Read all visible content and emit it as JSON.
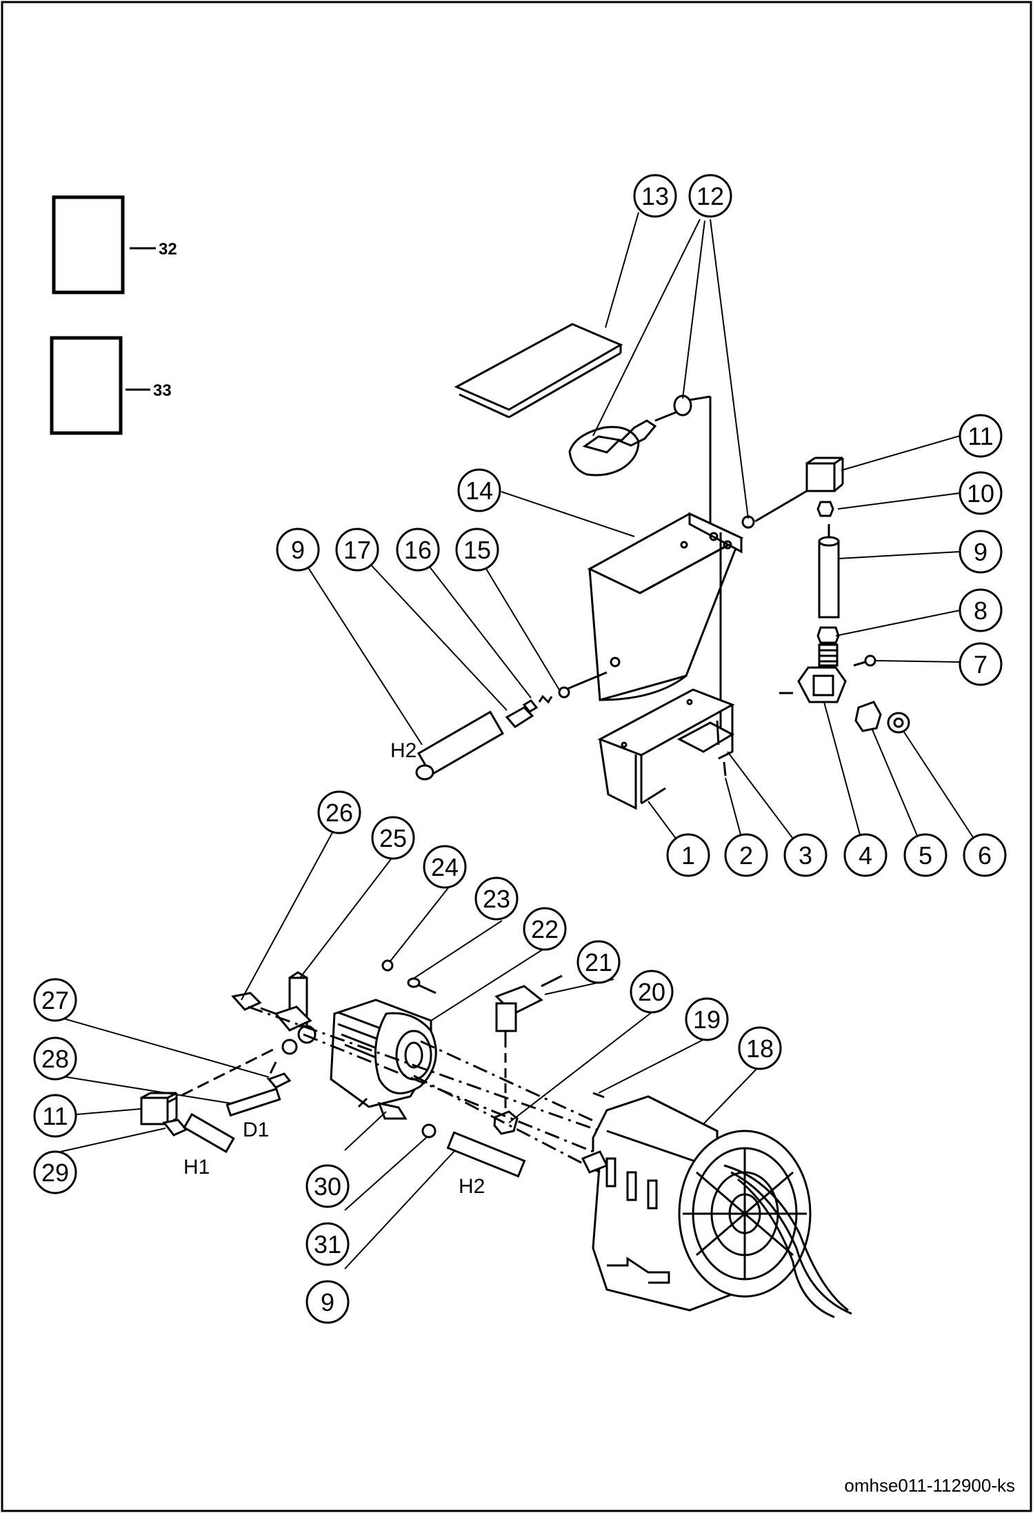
{
  "callouts": [
    {
      "label": "13"
    },
    {
      "label": "12"
    },
    {
      "label": "11"
    },
    {
      "label": "10"
    },
    {
      "label": "9"
    },
    {
      "label": "8"
    },
    {
      "label": "7"
    },
    {
      "label": "14"
    },
    {
      "label": "9"
    },
    {
      "label": "17"
    },
    {
      "label": "16"
    },
    {
      "label": "15"
    },
    {
      "label": "1"
    },
    {
      "label": "2"
    },
    {
      "label": "3"
    },
    {
      "label": "4"
    },
    {
      "label": "5"
    },
    {
      "label": "6"
    },
    {
      "label": "26"
    },
    {
      "label": "25"
    },
    {
      "label": "24"
    },
    {
      "label": "23"
    },
    {
      "label": "22"
    },
    {
      "label": "21"
    },
    {
      "label": "20"
    },
    {
      "label": "19"
    },
    {
      "label": "18"
    },
    {
      "label": "27"
    },
    {
      "label": "28"
    },
    {
      "label": "11"
    },
    {
      "label": "29"
    },
    {
      "label": "30"
    },
    {
      "label": "31"
    },
    {
      "label": "9"
    }
  ],
  "literature": [
    {
      "label": "32"
    },
    {
      "label": "33"
    }
  ],
  "hose_labels": {
    "h2_top": "H2",
    "d1": "D1",
    "h1": "H1",
    "h2_bottom": "H2"
  },
  "reference_code": "omhse011-112900-ks"
}
